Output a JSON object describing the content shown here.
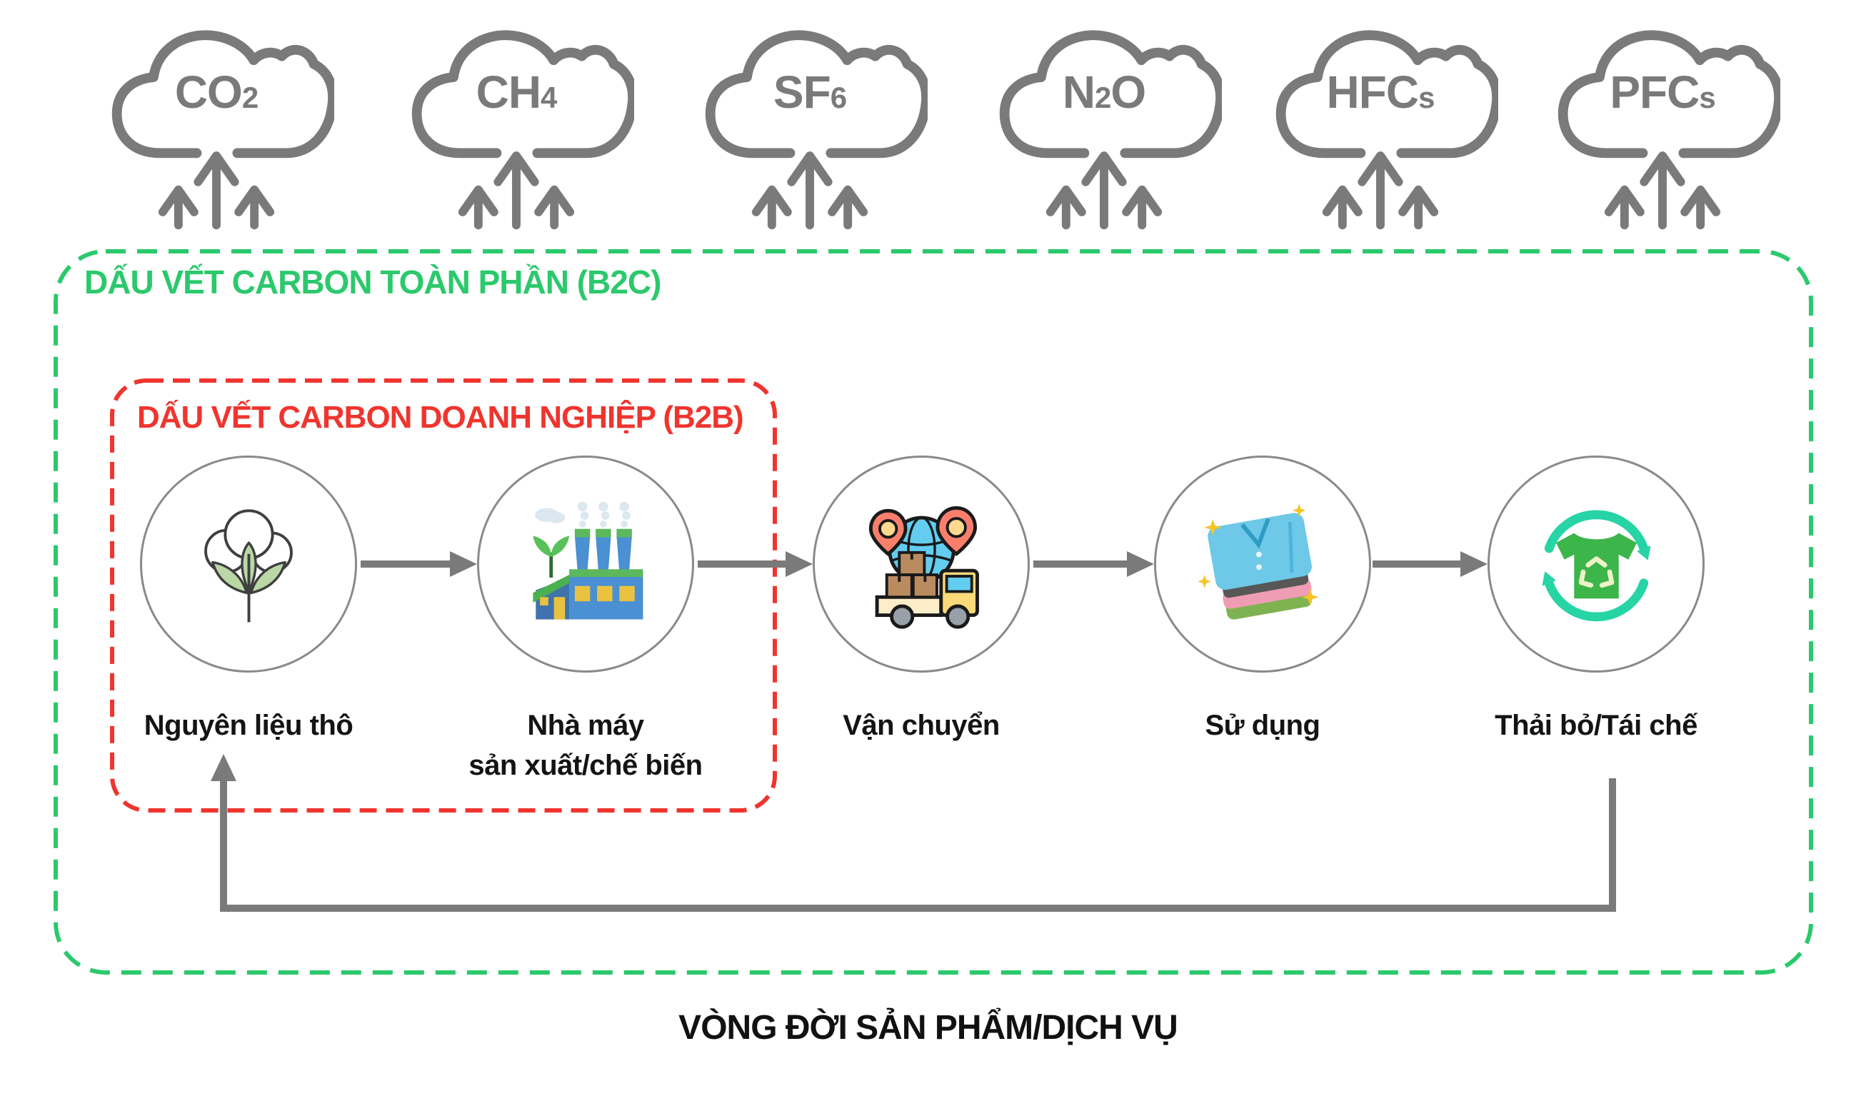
{
  "colors": {
    "line_gray": "#7a7a7a",
    "b2c_green": "#2bc96c",
    "b2b_red": "#f0342e",
    "text_black": "#141414"
  },
  "gases": [
    {
      "base": "CO",
      "sub": "2",
      "tail": ""
    },
    {
      "base": "CH",
      "sub": "4",
      "tail": ""
    },
    {
      "base": "SF",
      "sub": "6",
      "tail": ""
    },
    {
      "base": "N",
      "sub": "2",
      "tail": "O"
    },
    {
      "base": "HFC",
      "sub": "s",
      "tail": ""
    },
    {
      "base": "PFC",
      "sub": "s",
      "tail": ""
    }
  ],
  "b2c_box": {
    "label": "DẤU VẾT CARBON TOÀN PHẦN (B2C)"
  },
  "b2b_box": {
    "label": "DẤU VẾT CARBON DOANH NGHIỆP (B2B)"
  },
  "stages": [
    {
      "label": "Nguyên liệu thô",
      "icon": "cotton"
    },
    {
      "label": "Nhà máy\nsản xuất/chế biến",
      "icon": "factory"
    },
    {
      "label": "Vận chuyển",
      "icon": "shipping"
    },
    {
      "label": "Sử dụng",
      "icon": "clothes"
    },
    {
      "label": "Thải bỏ/Tái chế",
      "icon": "recycle"
    }
  ],
  "footer": {
    "label": "VÒNG ĐỜI SẢN PHẨM/DỊCH VỤ"
  }
}
